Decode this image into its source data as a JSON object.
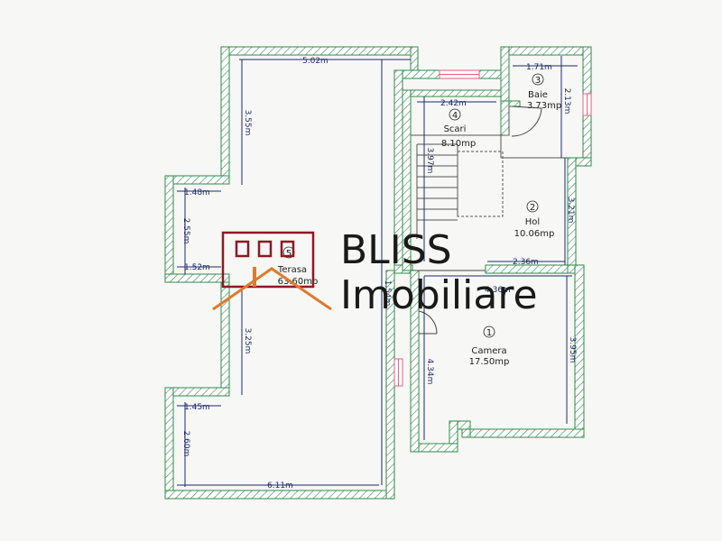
{
  "rooms": [
    {
      "number": "1",
      "name": "Camera",
      "area": "17.50mp"
    },
    {
      "number": "2",
      "name": "Hol",
      "area": "10.06mp"
    },
    {
      "number": "3",
      "name": "Baie",
      "area": "3.73mp"
    },
    {
      "number": "4",
      "name": "Scari",
      "area": "8.10mp"
    },
    {
      "number": "5",
      "name": "Terasa",
      "area": "63.60mp"
    }
  ],
  "dimensions": {
    "top_width": "5.02m",
    "upper_left_height": "3.55m",
    "bay_upper_width": "1.48m",
    "bay_height": "2.55m",
    "bay_lower_width": "1.52m",
    "lower_left_height": "3.25m",
    "bottom_bay_width": "1.45m",
    "bottom_bay_height": "2.60m",
    "bottom_width": "6.11m",
    "terrace_length": "1.54m",
    "stairs_width": "2.42m",
    "stairs_height": "3.97m",
    "bath_width": "1.71m",
    "bath_height": "2.13m",
    "hall_height": "3.21m",
    "hall_width": "2.36m",
    "room_width": "4.36m",
    "room_height_left": "4.34m",
    "room_height_right": "3.95m"
  },
  "logo": {
    "line1": "BLISS",
    "line2": "Imobiliare"
  },
  "colors": {
    "wall": "#2f8a4a",
    "dim": "#1f2a6b",
    "window": "#e06080",
    "logo_red": "#8a1a22",
    "logo_orange": "#e07a2a"
  }
}
